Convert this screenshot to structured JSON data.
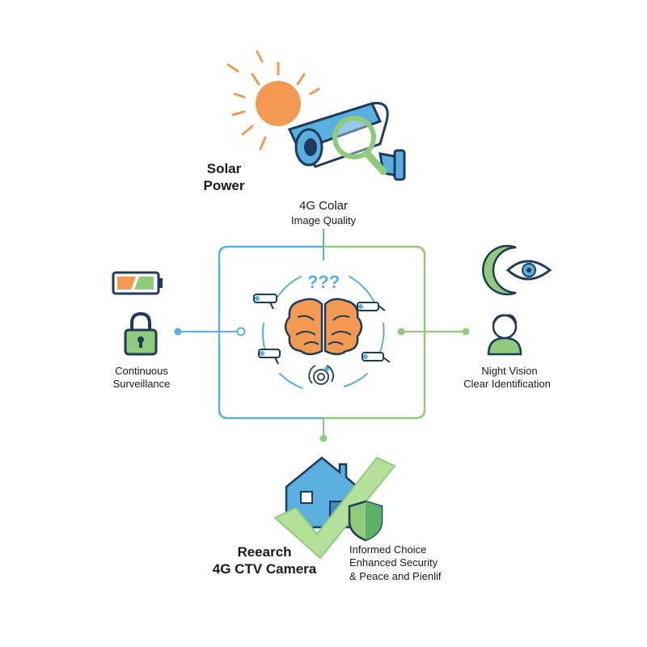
{
  "labels": {
    "solar": [
      "Solar",
      "Power"
    ],
    "image_quality": [
      "4G Colar",
      "Image Quality"
    ],
    "continuous": [
      "Continuous",
      "Surveillance"
    ],
    "night": [
      "Night Vision",
      "Clear Identification"
    ],
    "research": [
      "Reearch",
      "4G CTV Camera"
    ],
    "benefits": [
      "Informed Choice",
      "Enhanced Security",
      "& Peace and Pienlif"
    ]
  },
  "center_symbol": "???",
  "colors": {
    "blue": "#5aaee0",
    "green": "#8fcb7a",
    "orange": "#f39a52",
    "navy": "#1f3b5a"
  }
}
